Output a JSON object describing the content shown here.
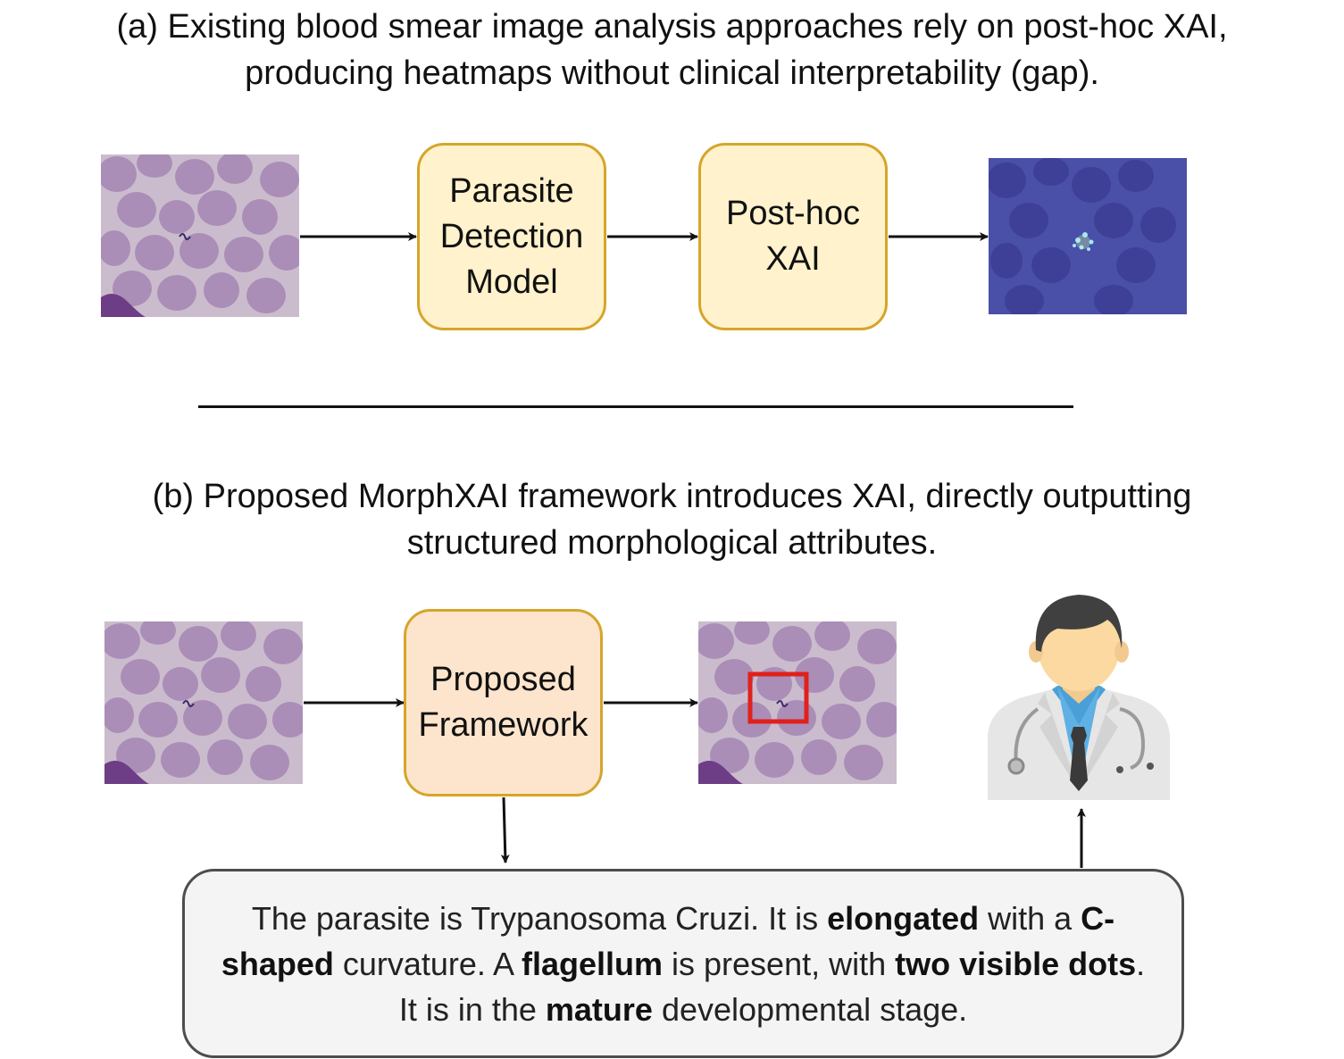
{
  "caption_a": {
    "line1": "(a) Existing blood smear image analysis approaches rely on post-hoc XAI,",
    "line2": "producing heatmaps without clinical interpretability (gap)."
  },
  "caption_b": {
    "line1": "(b) Proposed MorphXAI framework introduces XAI, directly outputting",
    "line2": "structured morphological attributes."
  },
  "pipeline_a": {
    "model_box": [
      "Parasite",
      "Detection",
      "Model"
    ],
    "xai_box": [
      "Post-hoc",
      "XAI"
    ]
  },
  "pipeline_b": {
    "framework_box": [
      "Proposed",
      "Framework"
    ]
  },
  "description": {
    "segments": [
      {
        "t": "The parasite is Trypanosoma Cruzi. It is ",
        "b": false
      },
      {
        "t": "elongated",
        "b": true
      },
      {
        "t": " with a ",
        "b": false
      },
      {
        "t": "C-shaped",
        "b": true
      },
      {
        "t": " curvature.  A ",
        "b": false
      },
      {
        "t": "flagellum",
        "b": true
      },
      {
        "t": " is present, with ",
        "b": false
      },
      {
        "t": "two visible dots",
        "b": true
      },
      {
        "t": ". It is in the ",
        "b": false
      },
      {
        "t": "mature",
        "b": true
      },
      {
        "t": " developmental stage.",
        "b": false
      }
    ]
  },
  "colors": {
    "box_border": "#d6a52a",
    "box_fill_yellow": "#fff2cc",
    "box_fill_peach": "#fde5cd",
    "highlight_box": "#e0201b",
    "heatmap_bg": "#4a4fa8"
  }
}
